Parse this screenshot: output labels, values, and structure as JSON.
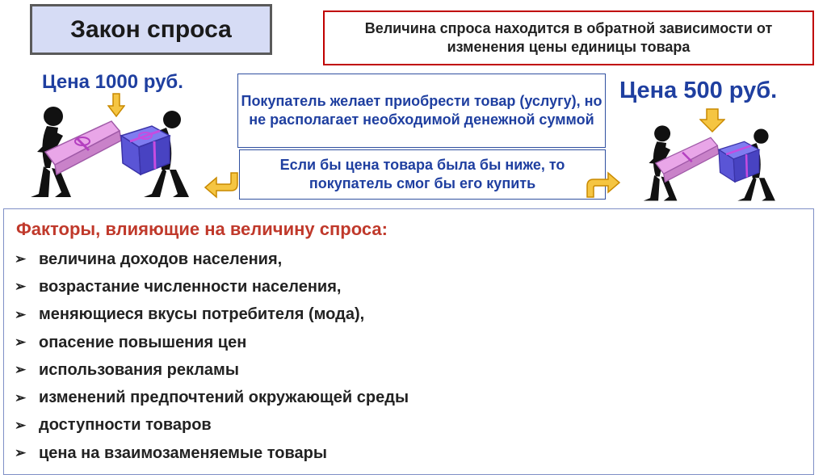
{
  "title": "Закон спроса",
  "definition": "Величина спроса находится в обратной зависимости от изменения цены единицы товара",
  "price_high": "Цена 1000 руб.",
  "price_low": "Цена 500 руб.",
  "buyer_note": "Покупатель желает приобрести товар (услугу), но не располагает необходимой денежной суммой",
  "condition_note": "Если бы цена товара была бы ниже, то покупатель смог бы его купить",
  "factors": {
    "heading": "Факторы, влияющие на величину спроса:",
    "bullet_glyph": "➢",
    "items": [
      "величина доходов населения,",
      "возрастание численности населения,",
      "меняющиеся вкусы потребителя (мода),",
      "опасение повышения цен",
      "использования рекламы",
      "изменений предпочтений окружающей среды",
      "доступности товаров",
      "цена на взаимозаменяемые товары"
    ]
  },
  "colors": {
    "accent_red": "#c00000",
    "text_blue": "#1f3fa0",
    "title_bg": "#d6dcf5",
    "arrow_fill": "#f5c542",
    "gift_pink": "#e9a6e8",
    "gift_blue": "#5a55d6"
  },
  "icons": [
    "figure-pink-gift-icon",
    "figure-blue-gift-icon",
    "arrow-down-icon",
    "arrow-left-icon",
    "arrow-right-icon"
  ]
}
